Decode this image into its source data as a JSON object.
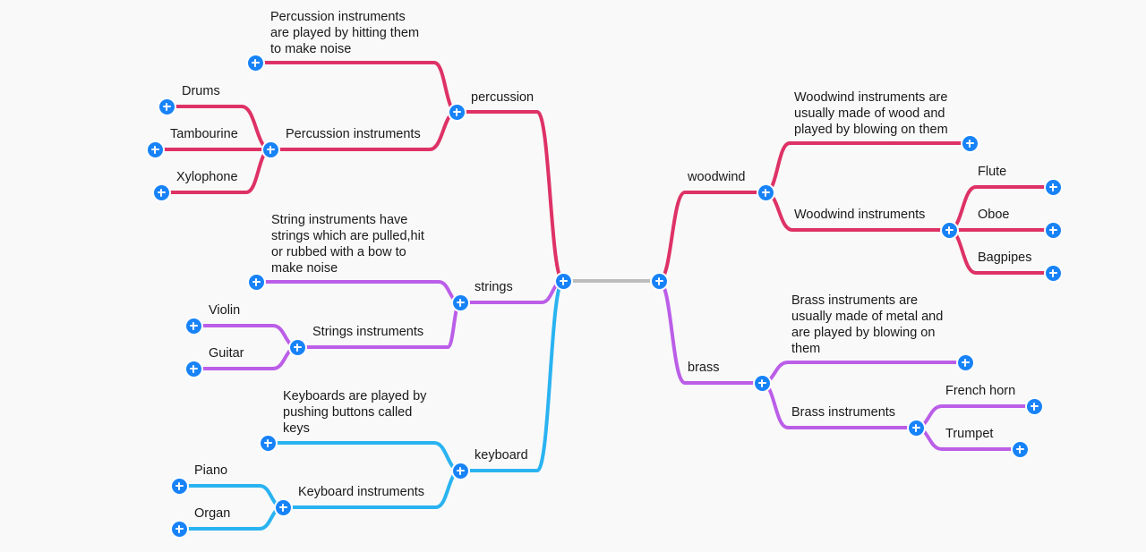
{
  "colors": {
    "percussion": "#de3266",
    "strings": "#bb5ee8",
    "keyboard": "#2ab3f1",
    "woodwind": "#de3266",
    "brass": "#bb5ee8",
    "root_link": "#bdbdbd",
    "expand_button": "#1883f8"
  },
  "icons": {
    "expand": "plus-circle-icon"
  },
  "percussion": {
    "label": "percussion",
    "note": "Percussion instruments\nare played by hitting them\nto make noise",
    "group": "Percussion instruments",
    "items": [
      "Drums",
      "Tambourine",
      "Xylophone"
    ]
  },
  "strings": {
    "label": "strings",
    "note": "String instruments have\nstrings which are pulled,hit\nor rubbed with a bow to\nmake noise",
    "group": "Strings instruments",
    "items": [
      "Violin",
      "Guitar"
    ]
  },
  "keyboard": {
    "label": "keyboard",
    "note": "Keyboards are played by\npushing buttons called\nkeys",
    "group": "Keyboard instruments",
    "items": [
      "Piano",
      "Organ"
    ]
  },
  "woodwind": {
    "label": "woodwind",
    "note": "Woodwind instruments are\nusually made of wood and\nplayed by blowing on them",
    "group": "Woodwind instruments",
    "items": [
      "Flute",
      "Oboe",
      "Bagpipes"
    ]
  },
  "brass": {
    "label": "brass",
    "note": "Brass instruments are\nusually made of metal and\nare played by blowing on\nthem",
    "group": "Brass instruments",
    "items": [
      "French horn",
      "Trumpet"
    ]
  }
}
